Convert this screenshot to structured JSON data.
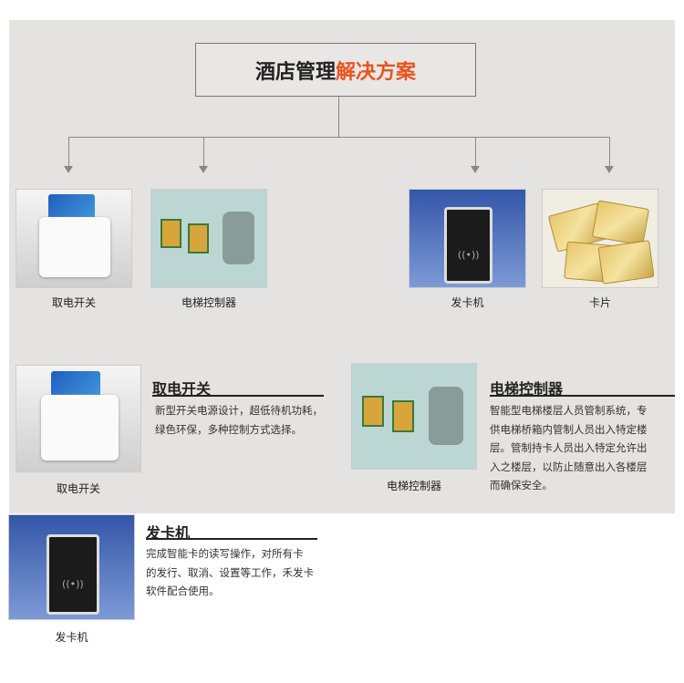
{
  "header": {
    "title_main": "酒店管理",
    "title_accent": "解决方案"
  },
  "top_products": [
    {
      "label": "取电开关"
    },
    {
      "label": "电梯控制器"
    },
    {
      "label": "发卡机"
    },
    {
      "label": "卡片"
    }
  ],
  "sections": {
    "switch": {
      "caption": "取电开关",
      "title": "取电开关",
      "lines": [
        "新型开关电源设计，超低待机功耗，",
        "绿色环保，多种控制方式选择。"
      ]
    },
    "elevator": {
      "caption": "电梯控制器",
      "title": "电梯控制器",
      "lines": [
        "智能型电梯楼层人员管制系统，专",
        "供电梯桥箱内管制人员出入特定楼",
        "层。管制持卡人员出入特定允许出",
        "入之楼层，以防止随意出入各楼层",
        "而确保安全。"
      ]
    },
    "issuer": {
      "caption": "发卡机",
      "title": "发卡机",
      "lines": [
        "完成智能卡的读写操作，对所有卡",
        "的发行、取消、设置等工作，禾发卡",
        "软件配合使用。"
      ]
    }
  },
  "colors": {
    "accent": "#e8541c",
    "background": "#e4e3e2"
  }
}
